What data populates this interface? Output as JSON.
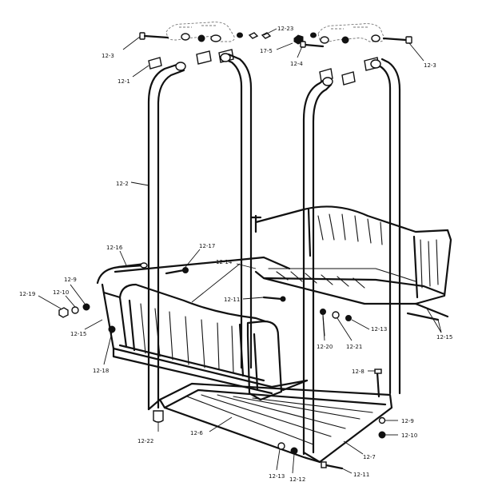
{
  "labels": [
    {
      "key": "a",
      "text": "12-3"
    },
    {
      "key": "b",
      "text": "12-23"
    },
    {
      "key": "c",
      "text": "17-5"
    },
    {
      "key": "d",
      "text": "12-4"
    },
    {
      "key": "e",
      "text": "12-3"
    },
    {
      "key": "f",
      "text": "12-1"
    },
    {
      "key": "g",
      "text": "12-2"
    },
    {
      "key": "h",
      "text": "12-16"
    },
    {
      "key": "i",
      "text": "12-17"
    },
    {
      "key": "j",
      "text": "12-14"
    },
    {
      "key": "k",
      "text": "12-9"
    },
    {
      "key": "l",
      "text": "12-10"
    },
    {
      "key": "m",
      "text": "12-19"
    },
    {
      "key": "n",
      "text": "12-15"
    },
    {
      "key": "o",
      "text": "12-11"
    },
    {
      "key": "p",
      "text": "12-18"
    },
    {
      "key": "q",
      "text": "12-20"
    },
    {
      "key": "r",
      "text": "12-21"
    },
    {
      "key": "s",
      "text": "12-13"
    },
    {
      "key": "t",
      "text": "12-15"
    },
    {
      "key": "u",
      "text": "12-8"
    },
    {
      "key": "v",
      "text": "12-9"
    },
    {
      "key": "w",
      "text": "12-10"
    },
    {
      "key": "x",
      "text": "12-22"
    },
    {
      "key": "y",
      "text": "12-6"
    },
    {
      "key": "z",
      "text": "12-7"
    },
    {
      "key": "aa",
      "text": "12-13"
    },
    {
      "key": "ab",
      "text": "12-12"
    },
    {
      "key": "ac",
      "text": "12-11"
    }
  ]
}
